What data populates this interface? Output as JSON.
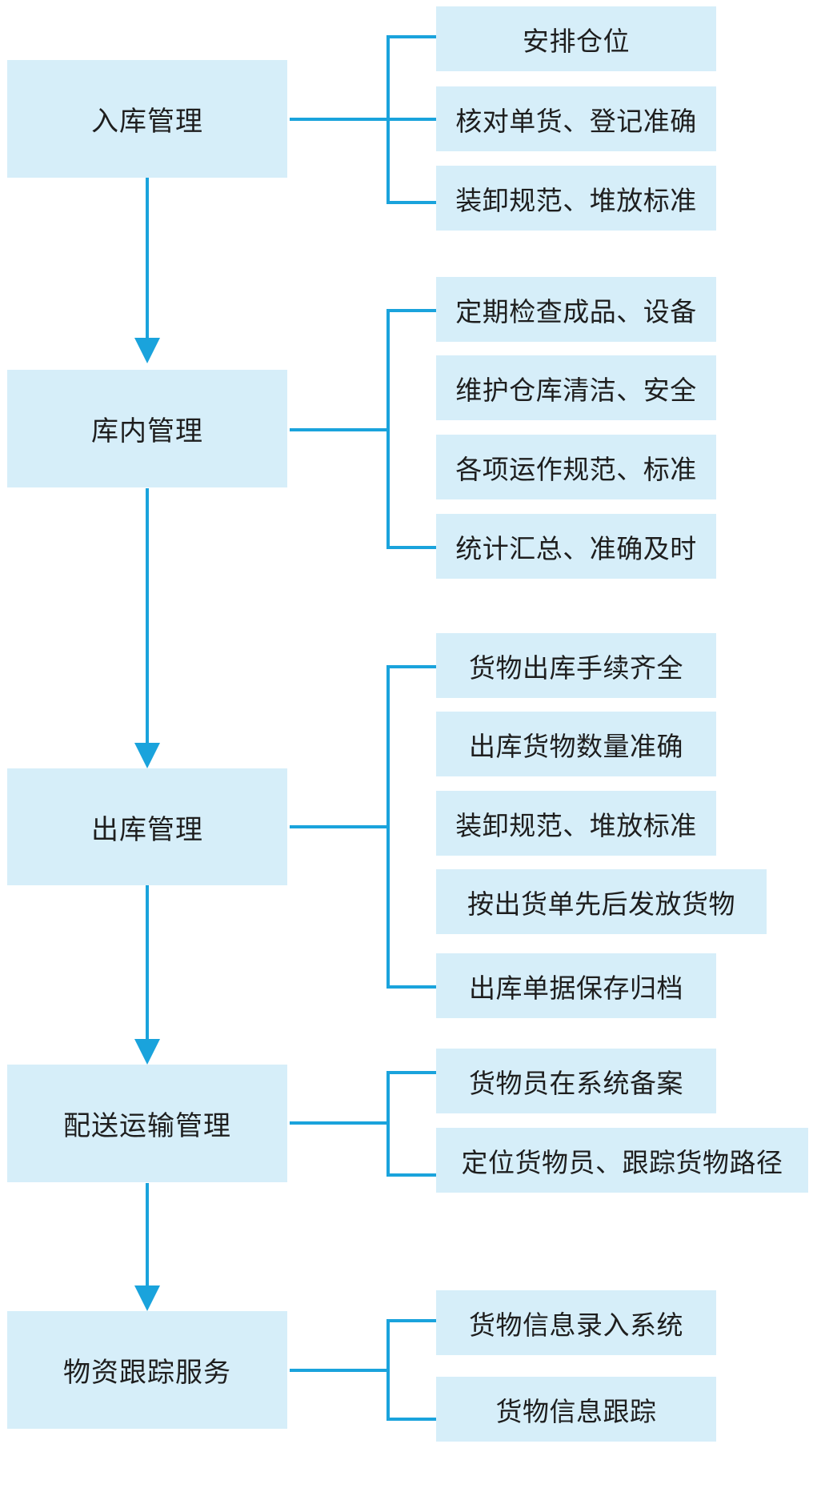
{
  "stages": [
    {
      "title": "入库管理",
      "items": [
        "安排仓位",
        "核对单货、登记准确",
        "装卸规范、堆放标准"
      ]
    },
    {
      "title": "库内管理",
      "items": [
        "定期检查成品、设备",
        "维护仓库清洁、安全",
        "各项运作规范、标准",
        "统计汇总、准确及时"
      ]
    },
    {
      "title": "出库管理",
      "items": [
        "货物出库手续齐全",
        "出库货物数量准确",
        "装卸规范、堆放标准",
        "按出货单先后发放货物",
        "出库单据保存归档"
      ]
    },
    {
      "title": "配送运输管理",
      "items": [
        "货物员在系统备案",
        "定位货物员、跟踪货物路径"
      ]
    },
    {
      "title": "物资跟踪服务",
      "items": [
        "货物信息录入系统",
        "货物信息跟踪"
      ]
    }
  ],
  "colors": {
    "box_fill": "#d6eef9",
    "connector": "#1aa3dc",
    "text": "#1e1e1e"
  }
}
